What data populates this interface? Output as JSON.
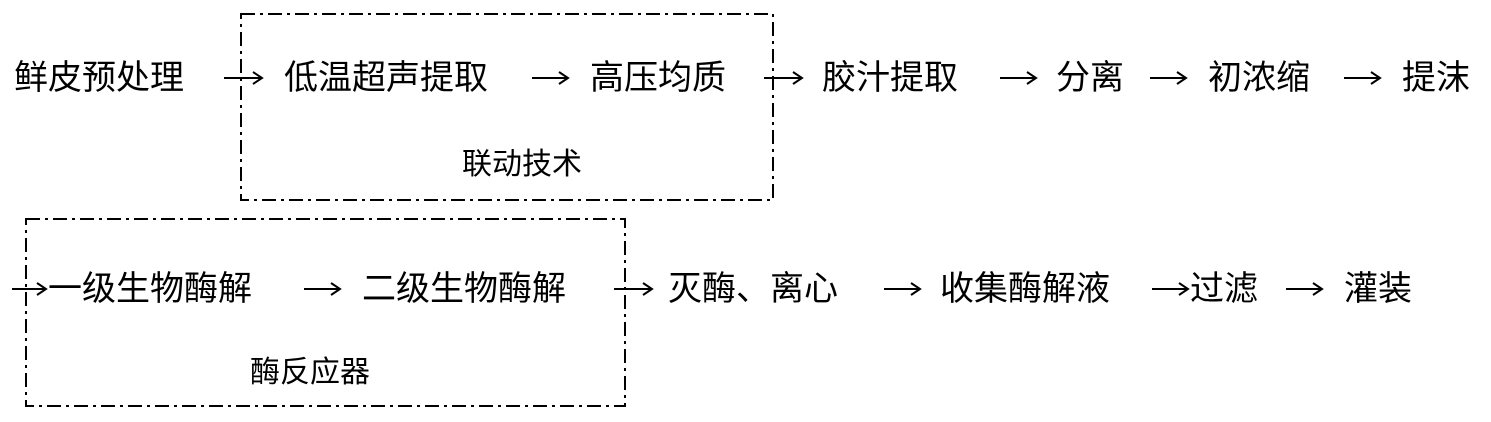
{
  "row1": {
    "s1": "鲜皮预处理",
    "s2": "低温超声提取",
    "s3": "高压均质",
    "s4": "胶汁提取",
    "s5": "分离",
    "s6": "初浓缩",
    "s7": "提沫"
  },
  "row2": {
    "s1": "一级生物酶解",
    "s2": "二级生物酶解",
    "s3": "灭酶、离心",
    "s4": "收集酶解液",
    "s5": "过滤",
    "s6": "灌装"
  },
  "groups": {
    "linkage_label": "联动技术",
    "reactor_label": "酶反应器"
  },
  "arrow": "→"
}
